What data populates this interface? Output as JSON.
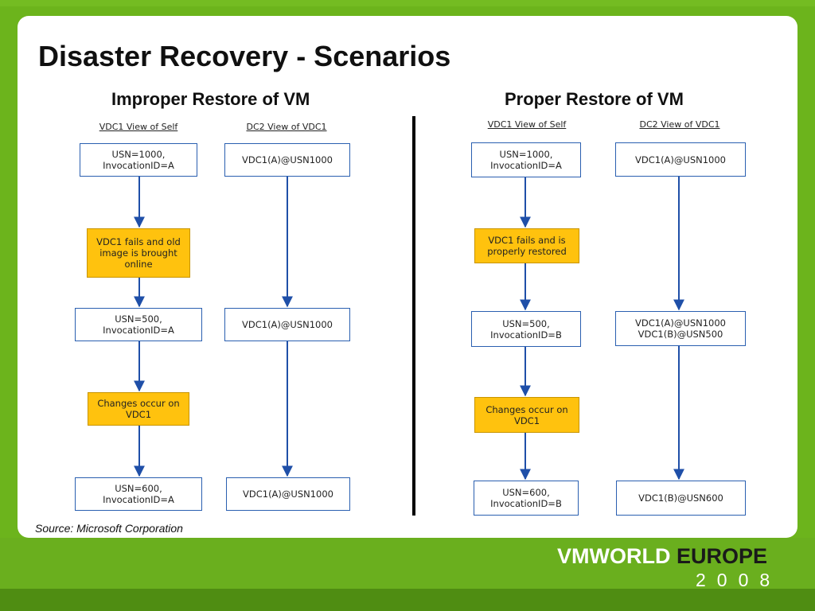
{
  "slide": {
    "title": "Disaster Recovery - Scenarios",
    "source": "Source: Microsoft Corporation",
    "logo": {
      "word1": "VMWORLD",
      "word2": "EUROPE",
      "year": "2008"
    },
    "colors": {
      "background": "#6cb41c",
      "box_border": "#2a5fb0",
      "event_fill": "#ffc20e",
      "arrow": "#1f4fa8"
    }
  },
  "improper": {
    "title": "Improper Restore of VM",
    "left_head": "VDC1 View of Self",
    "right_head": "DC2 View of VDC1",
    "left_boxes": [
      "USN=1000,\nInvocationID=A",
      "VDC1 fails and old\nimage is brought\nonline",
      "USN=500,\nInvocationID=A",
      "Changes occur on\nVDC1",
      "USN=600,\nInvocationID=A"
    ],
    "right_boxes": [
      "VDC1(A)@USN1000",
      "VDC1(A)@USN1000",
      "VDC1(A)@USN1000"
    ]
  },
  "proper": {
    "title": "Proper Restore of VM",
    "left_head": "VDC1 View of Self",
    "right_head": "DC2 View of VDC1",
    "left_boxes": [
      "USN=1000,\nInvocationID=A",
      "VDC1 fails and is\nproperly restored",
      "USN=500,\nInvocationID=B",
      "Changes occur on\nVDC1",
      "USN=600,\nInvocationID=B"
    ],
    "right_boxes": [
      "VDC1(A)@USN1000",
      "VDC1(A)@USN1000\nVDC1(B)@USN500",
      "VDC1(B)@USN600"
    ]
  }
}
